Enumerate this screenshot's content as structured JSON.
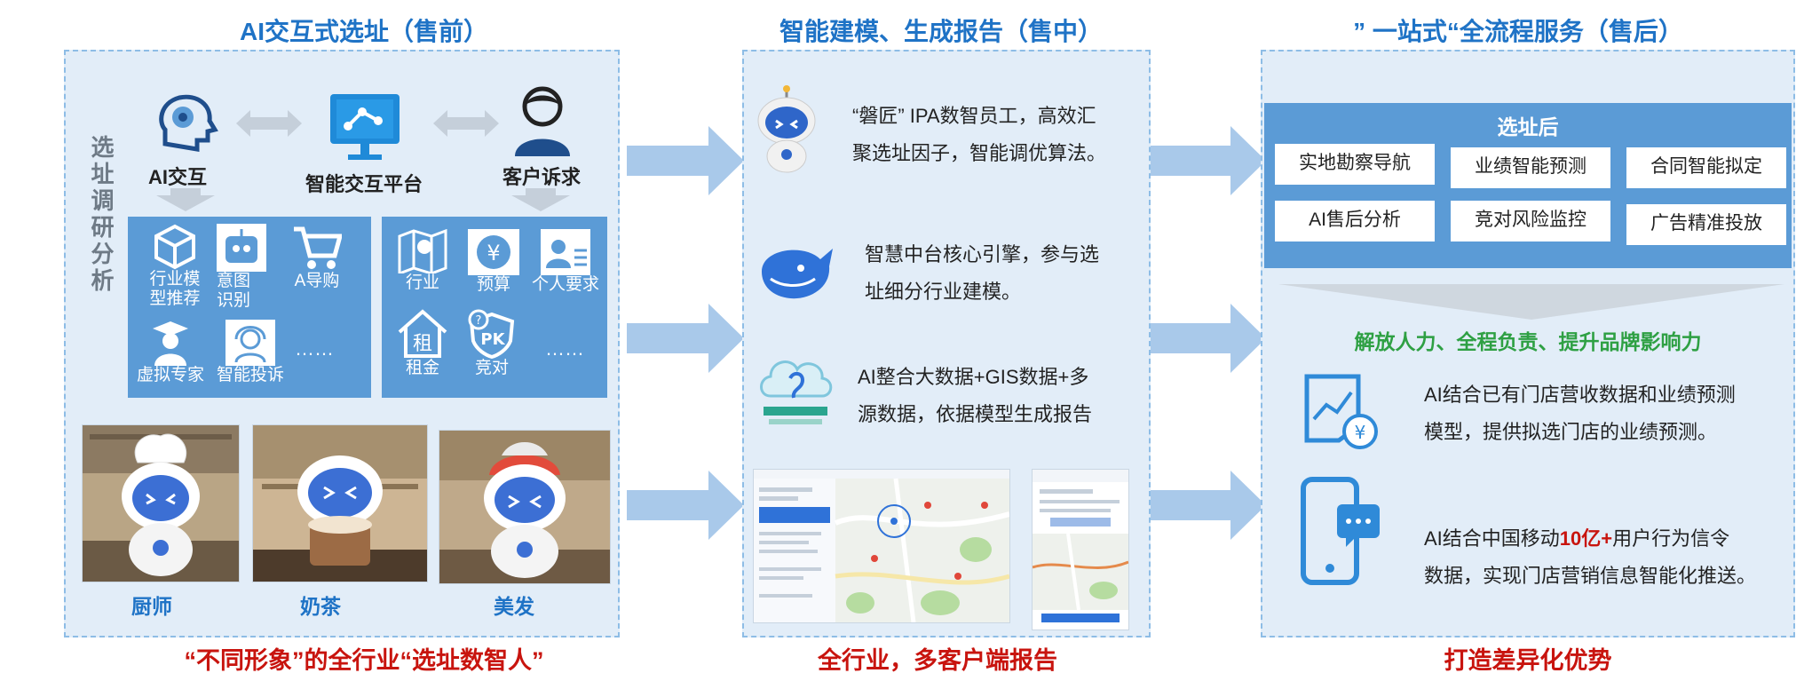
{
  "col1": {
    "title": "AI交互式选址（售前）",
    "side_label": "选址调研分析",
    "top_icons": [
      {
        "label": "AI交互",
        "icon": "brain-head-icon"
      },
      {
        "label": "智能交互平台",
        "icon": "monitor-network-icon"
      },
      {
        "label": "客户诉求",
        "icon": "person-icon"
      }
    ],
    "left_box": {
      "items": [
        "行业模型推荐",
        "意图识别",
        "A导购",
        "虚拟专家",
        "智能投诉",
        "……"
      ]
    },
    "right_box": {
      "items": [
        "行业",
        "预算",
        "个人要求",
        "租金",
        "竞对",
        "……"
      ]
    },
    "robots": [
      "厨师",
      "奶茶",
      "美发"
    ],
    "footer": "“不同形象”的全行业“选址数智人”"
  },
  "col2": {
    "title": "智能建模、生成报告（售中）",
    "items": [
      {
        "icon": "robot-icon",
        "text_line1": "“磐匠” IPA数智员工，高效汇",
        "text_line2": "聚选址因子，智能调优算法。"
      },
      {
        "icon": "whale-icon",
        "text_line1": "智慧中台核心引擎，参与选",
        "text_line2": "址细分行业建模。"
      },
      {
        "icon": "cloud-bigdata-icon",
        "text_line1": "AI整合大数据+GIS数据+多",
        "text_line2": "源数据，依据模型生成报告"
      }
    ],
    "footer": "全行业，多客户端报告"
  },
  "col3": {
    "title": "” 一站式“全流程服务（售后）",
    "box_title": "选址后",
    "pills": [
      "实地勘察导航",
      "业绩智能预测",
      "合同智能拟定",
      "AI售后分析",
      "竞对风险监控",
      "广告精准投放"
    ],
    "slogan": "解放人力、全程负责、提升品牌影响力",
    "item1": {
      "line1": "AI结合已有门店营收数据和业绩预测",
      "line2": "模型，提供拟选门店的业绩预测。"
    },
    "item2": {
      "line1_a": "AI结合中国移动",
      "line1_highlight": "10亿+",
      "line1_b": "用户行为信令",
      "line2": "数据，实现门店营销信息智能化推送。"
    },
    "footer": "打造差异化优势"
  },
  "colors": {
    "title_blue": "#1f73c6",
    "footer_red": "#c8140e",
    "panel_bg": "#e2edf8",
    "box_blue": "#5b9bd6",
    "slogan_green": "#2ea043"
  }
}
